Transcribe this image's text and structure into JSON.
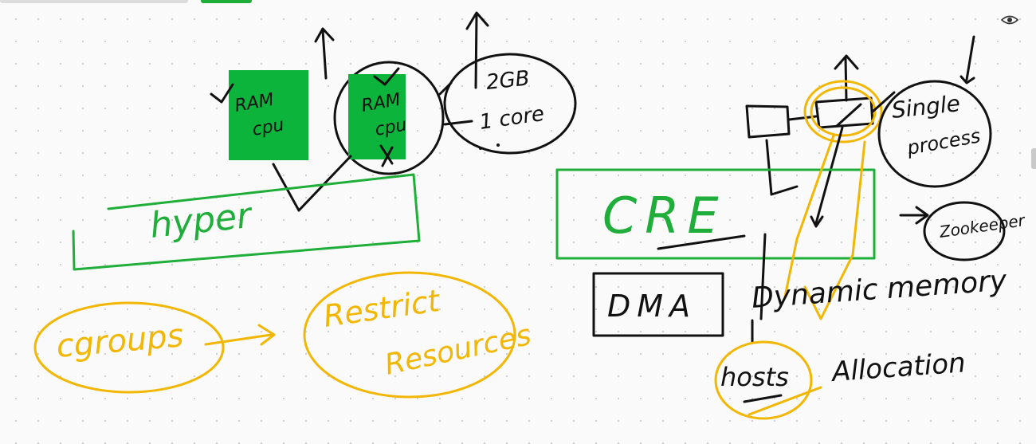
{
  "colors": {
    "ink_black": "#111111",
    "ink_green": "#1fae3a",
    "ink_yellow": "#f2b705",
    "fill_green": "#0db43b"
  },
  "icons": {
    "view": "eye-icon"
  },
  "notes": {
    "ram_cpu_1": [
      "RAM",
      "cpu"
    ],
    "ram_cpu_2": [
      "RAM",
      "cpu"
    ],
    "gb": "2GB",
    "core": "1 core",
    "hyper": "hyper",
    "cgroups": "cgroups",
    "restrict": "Restrict",
    "resources": "Resources",
    "cre": "CRE",
    "single": "Single",
    "process": "process",
    "zookeeper": "Zookeeper",
    "dma": "DMA",
    "dynamic_memory": "Dynamic memory",
    "hosts": "hosts",
    "allocation": "Allocation"
  }
}
